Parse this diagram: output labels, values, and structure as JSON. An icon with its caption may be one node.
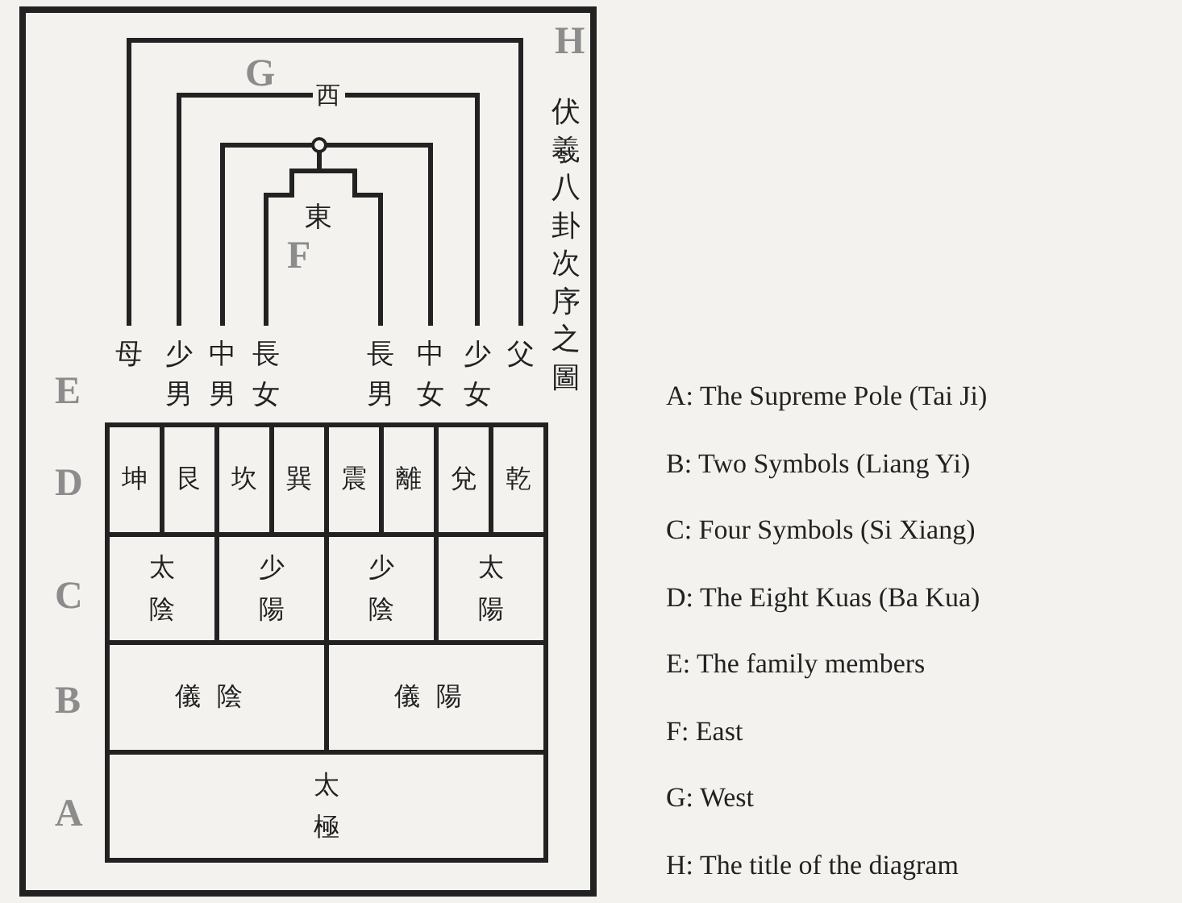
{
  "diagram": {
    "title": "伏羲八卦次序之圖",
    "nodes": [
      {
        "text": [
          "母"
        ]
      },
      {
        "text": [
          "少男"
        ]
      },
      {
        "text": [
          "中男"
        ]
      },
      {
        "text": [
          "長女"
        ]
      },
      {
        "text": [
          "長男"
        ]
      },
      {
        "text": [
          "中女"
        ]
      },
      {
        "text": [
          "少女"
        ]
      },
      {
        "text": [
          "父"
        ]
      },
      {
        "text": [
          "坤"
        ]
      },
      {
        "text": [
          "艮"
        ]
      },
      {
        "text": [
          "坎"
        ]
      },
      {
        "text": [
          "巽"
        ]
      },
      {
        "text": [
          "震"
        ]
      },
      {
        "text": [
          "離"
        ]
      },
      {
        "text": [
          "兌"
        ]
      },
      {
        "text": [
          "乾"
        ]
      },
      {
        "text": [
          "太陰"
        ]
      },
      {
        "text": [
          "少陽"
        ]
      },
      {
        "text": [
          "少陰"
        ]
      },
      {
        "text": [
          "太陽"
        ]
      },
      {
        "text": [
          "儀陰"
        ]
      },
      {
        "text": [
          "儀陽"
        ]
      },
      {
        "text": [
          "太極"
        ]
      }
    ],
    "edges": [
      {
        "from": 0,
        "to": 7,
        "arrow": "none"
      },
      {
        "from": 1,
        "to": 6,
        "arrow": "none",
        "label": "西"
      },
      {
        "from": 2,
        "to": 5,
        "arrow": "none"
      },
      {
        "from": 3,
        "to": 4,
        "arrow": "none"
      }
    ],
    "labels": [
      "H",
      "G",
      "東",
      "F",
      "E",
      "D",
      "C",
      "B",
      "A",
      "A: The Supreme Pole (Tai Ji)",
      "B: Two Symbols (Liang Yi)",
      "C: Four Symbols (Si Xiang)",
      "D: The Eight Kuas (Ba Kua)",
      "E: The family members",
      "F: East",
      "G: West",
      "H: The title of the diagram"
    ]
  }
}
